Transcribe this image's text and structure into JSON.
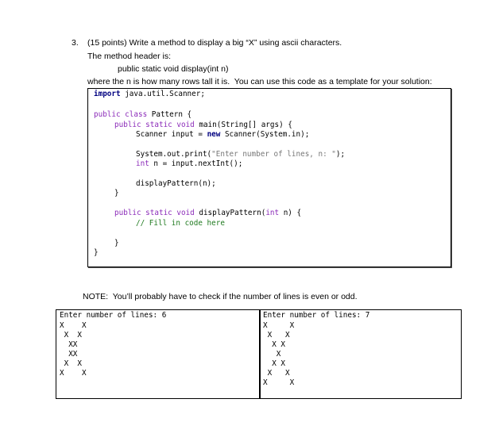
{
  "question": {
    "number": "3.",
    "header": "(15 points) Write a method to display a big “X” using ascii characters.",
    "method_intro": "The method header is:",
    "method_header": "public static void display(int n)",
    "instructions": "where the n is how many rows tall it is.  You can use this code as a template for your solution:"
  },
  "code": {
    "import_kw": "import",
    "import_rest": " java.util.Scanner;",
    "class_kw": "public class",
    "class_rest": " Pattern {",
    "main_kw": "public static void",
    "main_rest": " main(String[] args) {",
    "scanner_pre": "Scanner input = ",
    "scanner_new": "new",
    "scanner_post": " Scanner(System.in);",
    "print_pre": "System.out.print(",
    "print_str": "\"Enter number of lines, n: \"",
    "print_post": ");",
    "int_kw": "int",
    "int_rest": " n = input.nextInt();",
    "call": "displayPattern(n);",
    "close_main": "}",
    "disp_kw": "public static void",
    "disp_rest": " displayPattern(",
    "disp_int": "int",
    "disp_end": " n) {",
    "comment": "// Fill in code here",
    "close_disp": "}",
    "close_class": "}"
  },
  "note": "NOTE:  You’ll probably have to check if the number of lines is even or odd.",
  "outputs": [
    {
      "prompt": "Enter number of lines: 6",
      "lines": [
        "X    X",
        " X  X",
        "  XX",
        "  XX",
        " X  X",
        "X    X"
      ]
    },
    {
      "prompt": "Enter number of lines: 7",
      "lines": [
        "X     X",
        " X   X",
        "  X X",
        "   X",
        "  X X",
        " X   X",
        "X     X"
      ]
    }
  ]
}
